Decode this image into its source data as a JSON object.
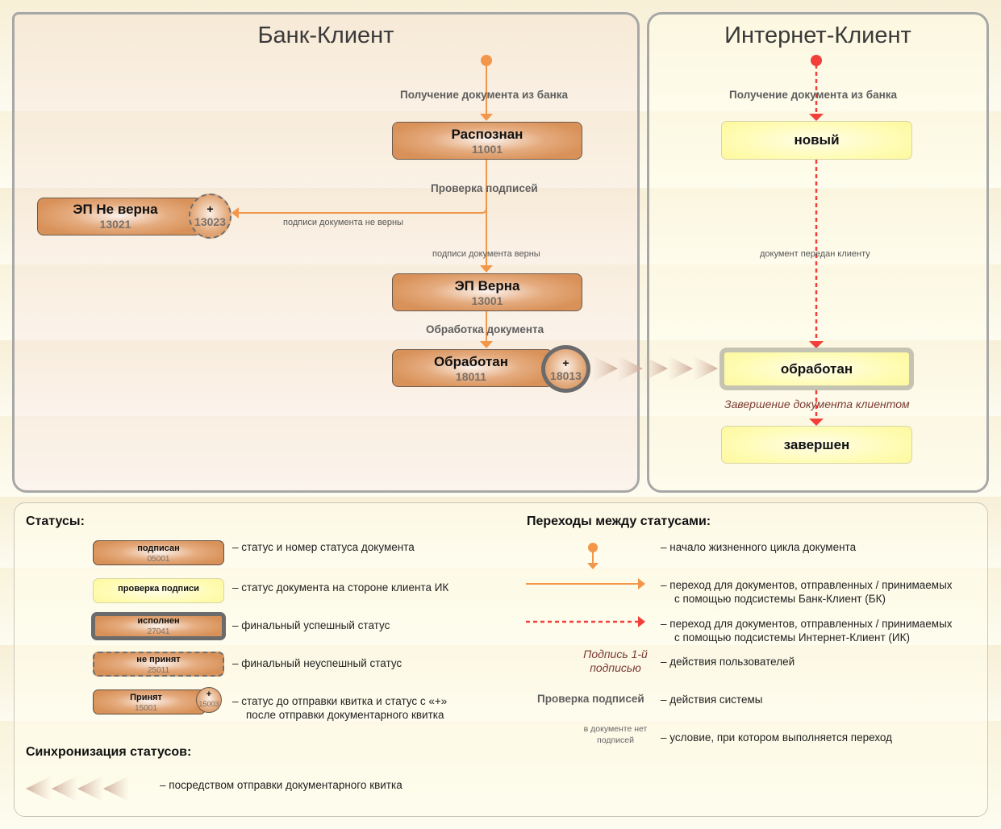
{
  "lanes": {
    "bank_client": {
      "title": "Банк-Клиент"
    },
    "internet_client": {
      "title": "Интернет-Клиент"
    }
  },
  "bank_client": {
    "transitions": {
      "receive": "Получение документа из банка",
      "check_signatures": "Проверка подписей",
      "signatures_invalid": "подписи документа не верны",
      "signatures_valid": "подписи документа верны",
      "processing": "Обработка документа"
    },
    "statuses": {
      "recognized": {
        "name": "Распознан",
        "code": "11001"
      },
      "ep_invalid": {
        "name": "ЭП Не верна",
        "code": "13021",
        "plus": "+",
        "plus_code": "13023"
      },
      "ep_valid": {
        "name": "ЭП Верна",
        "code": "13001"
      },
      "processed": {
        "name": "Обработан",
        "code": "18011",
        "plus": "+",
        "plus_code": "18013"
      }
    }
  },
  "internet_client": {
    "transitions": {
      "receive": "Получение документа из банка",
      "transferred": "документ передан клиенту",
      "completion": "Завершение документа клиентом"
    },
    "statuses": {
      "new": {
        "name": "новый"
      },
      "processed": {
        "name": "обработан"
      },
      "completed": {
        "name": "завершен"
      }
    }
  },
  "legend": {
    "statuses_title": "Статусы:",
    "status_items": [
      {
        "name": "подписан",
        "code": "05001",
        "desc": "–  статус и номер статуса документа"
      },
      {
        "name": "проверка подписи",
        "desc": "–  статус документа на стороне клиента ИК"
      },
      {
        "name": "исполнен",
        "code": "27041",
        "desc": "–  финальный успешный статус"
      },
      {
        "name": "не принят",
        "code": "25011",
        "desc": "–  финальный неуспешный статус"
      },
      {
        "name": "Принят",
        "code": "15001",
        "plus": "+",
        "plus_code": "15003",
        "desc_line1": "–  статус до отправки квитка и статус с «+»",
        "desc_line2": "после отправки документарного квитка"
      }
    ],
    "sync_title": "Синхронизация статусов:",
    "sync_desc": "–  посредством отправки документарного квитка",
    "transitions_title": "Переходы между статусами:",
    "transition_items": [
      {
        "desc": "–  начало жизненного цикла документа"
      },
      {
        "desc_line1": "–  переход для документов, отправленных / принимаемых",
        "desc_line2": "с помощью подсистемы Банк-Клиент (БК)"
      },
      {
        "desc_line1": "–  переход для документов, отправленных / принимаемых",
        "desc_line2": "с помощью подсистемы Интернет-Клиент (ИК)"
      },
      {
        "sample_line1": "Подпись 1-й",
        "sample_line2": "подписью",
        "desc": "–  действия пользователей"
      },
      {
        "sample": "Проверка подписей",
        "desc": "–  действия системы"
      },
      {
        "sample_line1": "в документе нет",
        "sample_line2": "подписей",
        "desc": "–  условие, при котором выполняется переход"
      }
    ]
  },
  "colors": {
    "bk_transition": "#f2974a",
    "ik_transition": "#f23f3a",
    "bk_status": "#dd9a64",
    "ik_status": "#fdfaa8",
    "lane_border": "#a7a7a7",
    "user_action": "#7b3b32"
  }
}
